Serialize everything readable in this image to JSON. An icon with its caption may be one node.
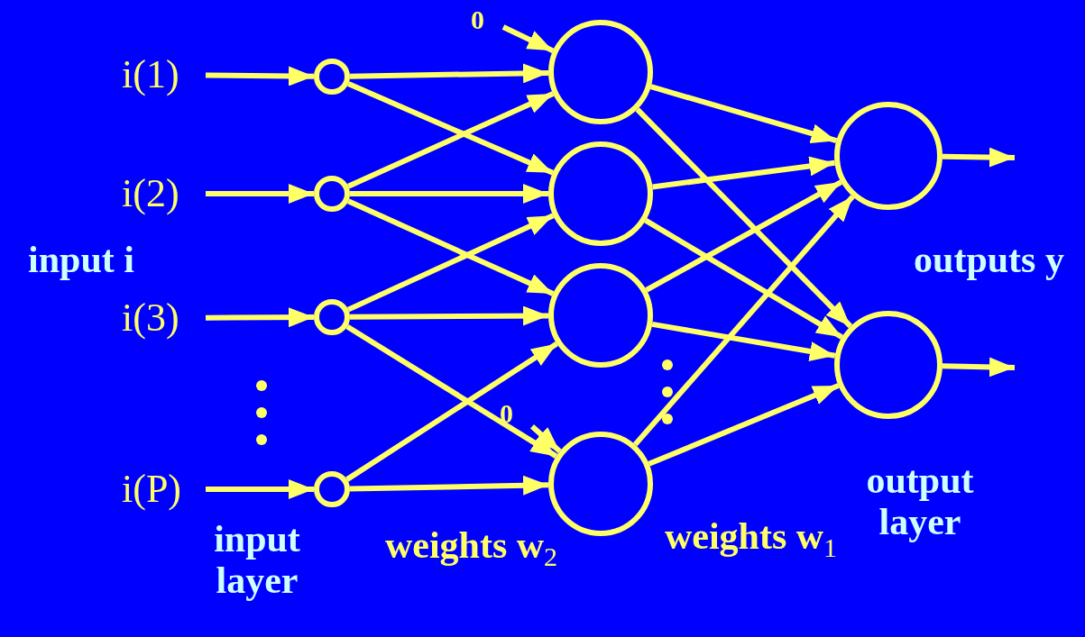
{
  "diagram": {
    "nodes": [
      {
        "text": [
          "i(1)"
        ]
      },
      {
        "text": [
          "i(2)"
        ]
      },
      {
        "text": [
          "i(3)"
        ]
      },
      {
        "text": [
          "i(P)"
        ]
      },
      {
        "text": [],
        "shape": "circle"
      },
      {
        "text": [],
        "shape": "circle"
      },
      {
        "text": [],
        "shape": "circle"
      },
      {
        "text": [],
        "shape": "circle"
      },
      {
        "text": [],
        "shape": "circle"
      },
      {
        "text": [],
        "shape": "circle"
      },
      {
        "text": [],
        "shape": "circle"
      },
      {
        "text": [],
        "shape": "circle"
      },
      {
        "text": [],
        "shape": "circle"
      },
      {
        "text": [],
        "shape": "circle"
      },
      {
        "text": [
          "0"
        ]
      },
      {
        "text": [
          "0"
        ]
      }
    ],
    "edges": [
      {
        "from": 0,
        "to": 4,
        "arrow": "to"
      },
      {
        "from": 1,
        "to": 5,
        "arrow": "to"
      },
      {
        "from": 2,
        "to": 6,
        "arrow": "to"
      },
      {
        "from": 3,
        "to": 7,
        "arrow": "to"
      },
      {
        "from": 4,
        "to": 8,
        "arrow": "to"
      },
      {
        "from": 4,
        "to": 9,
        "arrow": "to"
      },
      {
        "from": 5,
        "to": 8,
        "arrow": "to"
      },
      {
        "from": 5,
        "to": 9,
        "arrow": "to"
      },
      {
        "from": 5,
        "to": 10,
        "arrow": "to"
      },
      {
        "from": 6,
        "to": 9,
        "arrow": "to"
      },
      {
        "from": 6,
        "to": 10,
        "arrow": "to"
      },
      {
        "from": 6,
        "to": 11,
        "arrow": "to"
      },
      {
        "from": 7,
        "to": 10,
        "arrow": "to"
      },
      {
        "from": 7,
        "to": 11,
        "arrow": "to"
      },
      {
        "from": 14,
        "to": 8,
        "arrow": "to"
      },
      {
        "from": 15,
        "to": 11,
        "arrow": "to"
      },
      {
        "from": 8,
        "to": 12,
        "arrow": "to"
      },
      {
        "from": 8,
        "to": 13,
        "arrow": "to"
      },
      {
        "from": 9,
        "to": 12,
        "arrow": "to"
      },
      {
        "from": 9,
        "to": 13,
        "arrow": "to"
      },
      {
        "from": 10,
        "to": 12,
        "arrow": "to"
      },
      {
        "from": 10,
        "to": 13,
        "arrow": "to"
      },
      {
        "from": 11,
        "to": 12,
        "arrow": "to"
      },
      {
        "from": 11,
        "to": 13,
        "arrow": "to"
      },
      {
        "from": 12,
        "to": null,
        "arrow": "to"
      },
      {
        "from": 13,
        "to": null,
        "arrow": "to"
      }
    ],
    "labels": [
      "input i",
      "outputs y",
      "input layer",
      "weights w$_{2}$",
      "weights w$_{1}$",
      "output layer"
    ]
  }
}
